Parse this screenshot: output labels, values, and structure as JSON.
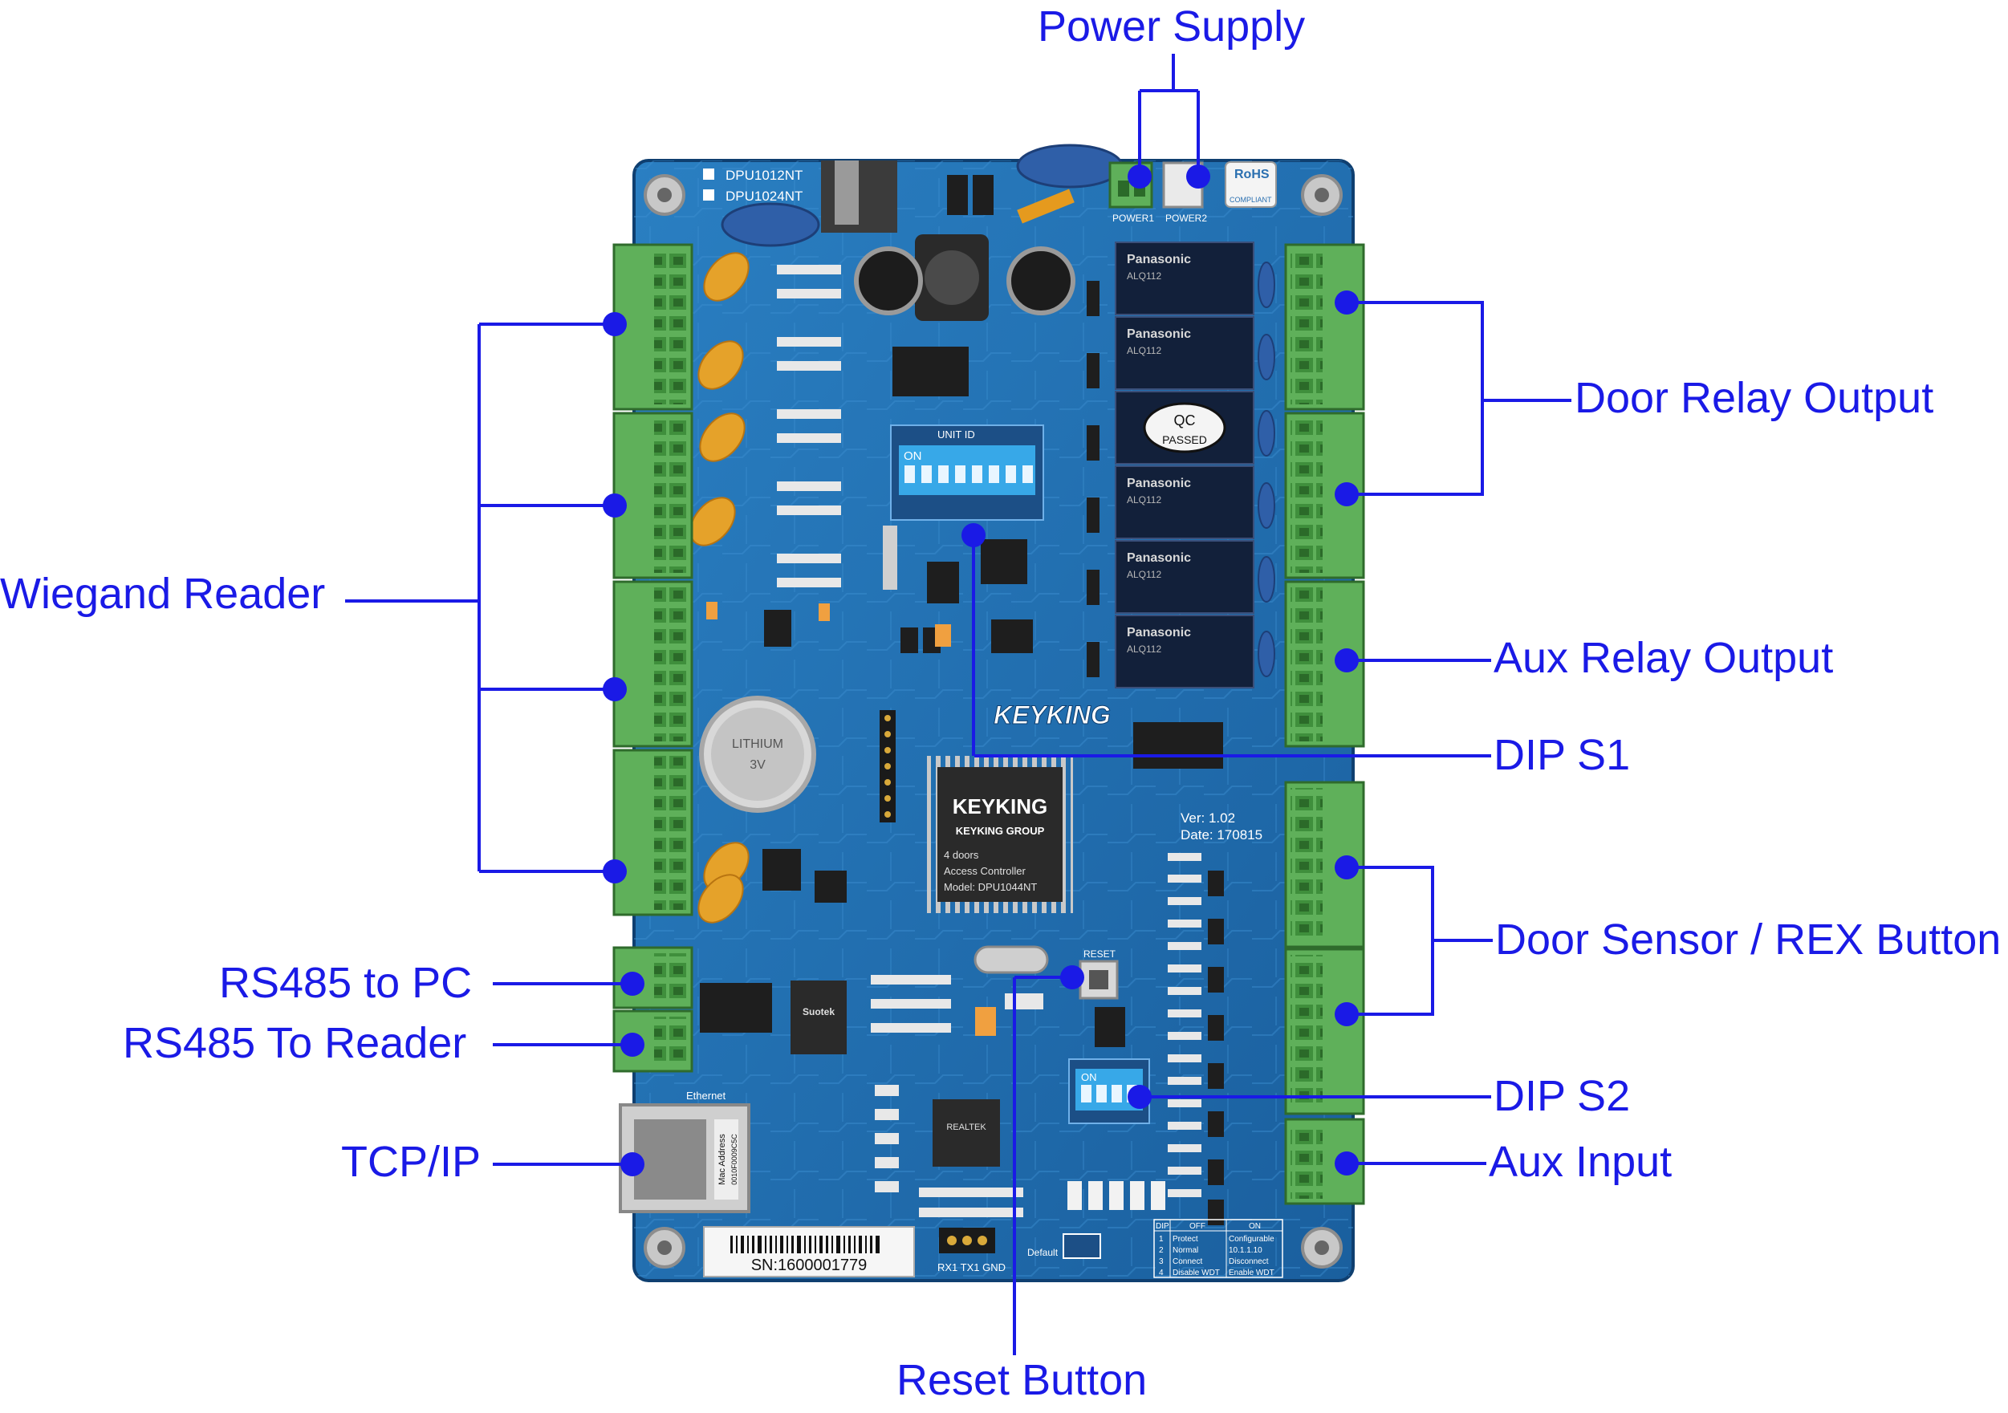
{
  "labels": {
    "power_supply": "Power Supply",
    "wiegand_reader": "Wiegand Reader",
    "door_relay_output": "Door Relay Output",
    "aux_relay_output": "Aux Relay Output",
    "dip_s1": "DIP S1",
    "door_sensor_rex": "Door Sensor / REX Button",
    "rs485_pc": "RS485 to PC",
    "rs485_reader": "RS485 To Reader",
    "dip_s2": "DIP S2",
    "tcp_ip": "TCP/IP",
    "aux_input": "Aux Input",
    "reset_button": "Reset Button"
  },
  "board": {
    "model_line1": "DPU1012NT",
    "model_line2": "DPU1024NT",
    "rohs": "RoHS",
    "rohs_sub": "COMPLIANT",
    "brand": "KEYKING",
    "chip_brand": "KEYKING",
    "chip_group": "KEYKING GROUP",
    "chip_doors": "4 doors",
    "chip_desc": "Access Controller",
    "chip_model": "Model: DPU1044NT",
    "version": "Ver: 1.02",
    "date": "Date: 170815",
    "qc": "QC",
    "qc_passed": "PASSED",
    "relay_brand": "Panasonic",
    "relay_model": "ALQ112",
    "battery_line1": "LITHIUM",
    "battery_line2": "3V",
    "serial": "SN:1600001779",
    "ethernet": "Ethernet",
    "mac_label": "Mac Address",
    "mac_value": "0010F0009C5C",
    "unit_id": "UNIT ID",
    "on": "ON",
    "reset": "RESET",
    "power1": "POWER1",
    "power2": "POWER2",
    "uart": "RX1 TX1 GND",
    "default": "Default",
    "suotek": "Suotek",
    "realtek": "REALTEK",
    "dip_table": {
      "headers": [
        "DIP",
        "OFF",
        "ON"
      ],
      "rows": [
        [
          "1",
          "Protect",
          "Configurable"
        ],
        [
          "2",
          "Normal",
          "10.1.1.10"
        ],
        [
          "3",
          "Connect",
          "Disconnect"
        ],
        [
          "4",
          "Disable WDT",
          "Enable WDT"
        ]
      ]
    }
  },
  "colors": {
    "callout": "#1a1ae6",
    "pcb": "#1f6fb3",
    "terminal": "#5fb05a",
    "relay": "#12203a"
  }
}
